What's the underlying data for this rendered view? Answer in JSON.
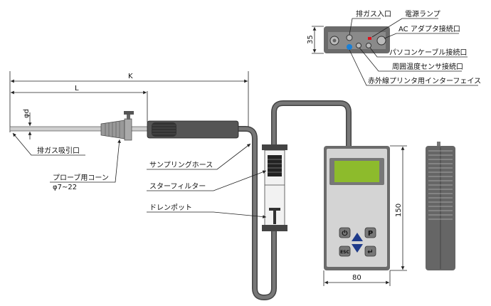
{
  "probe": {
    "dim_k": "K",
    "dim_l": "L",
    "dim_d": "φd",
    "exhaust_inlet": "排ガス吸引口",
    "probe_cone": "プローブ用コーン",
    "probe_cone_size": "φ7~22"
  },
  "hose": {
    "sampling_hose": "サンプリングホース",
    "star_filter": "スターフィルター",
    "drain_pot": "ドレンポット"
  },
  "meter": {
    "width_dim": "80",
    "height_dim": "150",
    "buttons": {
      "power": "⏻",
      "p": "P",
      "esc": "ESC",
      "enter": "↵"
    },
    "lcd_color": "#8dbb2c",
    "key_color": "#1e3a8a"
  },
  "top_view": {
    "height_dim": "35",
    "gas_inlet": "排ガス入口",
    "power_lamp": "電源ランプ",
    "ac_adapter": "AC アダプタ接続口",
    "pc_cable": "パソコンケーブル接続口",
    "ambient_sensor": "周囲温度センサ接続口",
    "ir_printer": "赤外線プリンタ用インターフェイス",
    "lamp_color": "#e0101a",
    "ir_color": "#1a7fd6"
  }
}
